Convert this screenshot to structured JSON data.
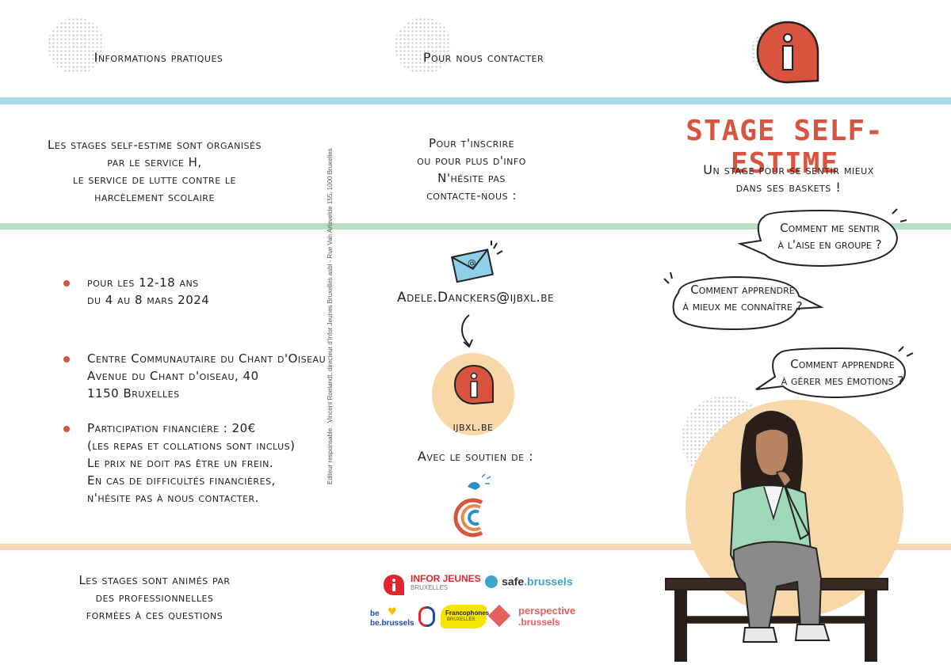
{
  "left_panel": {
    "heading": "Informations pratiques",
    "intro": [
      "Les stages self-estime sont organisés",
      "par le service H,",
      "le service de lutte contre le",
      "harcèlement scolaire"
    ],
    "items": [
      {
        "lines": [
          "pour les 12-18 ans",
          "du 4 au 8 mars 2024"
        ]
      },
      {
        "lines": [
          "Centre Communautaire du Chant d'Oiseau",
          "Avenue du Chant d'oiseau, 40",
          "1150 Bruxelles"
        ]
      },
      {
        "lines": [
          "Participation financière : 20€",
          "(les repas et collations sont inclus)",
          "Le prix ne doit pas être un frein.",
          "En cas de difficultés financières,",
          "n'hésite pas à nous contacter."
        ]
      }
    ],
    "footer": [
      "Les stages sont animés par",
      "des professionnelles",
      "formées à ces questions"
    ],
    "editor_note": "Editeur responsable : Vincent Roelandt, directeur d'Infor Jeunes Bruxelles asbl - Rue Van Artevelde 155, 1000 Bruxelles"
  },
  "middle_panel": {
    "heading": "Pour nous contacter",
    "intro": [
      "Pour t'inscrire",
      "ou pour plus d'info",
      "N'hésite pas",
      "contacte-nous :"
    ],
    "email": "Adele.Danckers@ijbxl.be",
    "email_icon": "envelope-icon",
    "website": "ijbxl.be",
    "support_label": "Avec le soutien de :",
    "logos": {
      "infor_jeunes": "INFOR JEUNES",
      "infor_jeunes_sub": "BRUXELLES",
      "safe": "safe",
      "safe_suffix": ".brussels",
      "be": "be",
      "be_brussels": "be.brussels",
      "francophones": "Francophones",
      "francophones_sub": "BRUXELLES",
      "perspective": "perspective",
      "perspective_suffix": ".brussels"
    }
  },
  "right_panel": {
    "logo_icon": "info-i-icon",
    "title": "STAGE SELF-ESTIME",
    "subtitle": [
      "Un stage pour se sentir mieux",
      "dans ses baskets !"
    ],
    "bubbles": [
      {
        "lines": [
          "Comment me sentir",
          "à l'aise en groupe ?"
        ]
      },
      {
        "lines": [
          "Comment apprendre",
          "à mieux me connaître ?"
        ]
      },
      {
        "lines": [
          "Comment apprendre",
          "à gérer mes émotions ?"
        ]
      }
    ]
  },
  "colors": {
    "accent_red": "#d9543e",
    "band_blue": "#a9dce6",
    "band_green": "#b9dfc2",
    "band_peach": "#f8d7b0",
    "circle_peach": "#f8d7a8"
  }
}
